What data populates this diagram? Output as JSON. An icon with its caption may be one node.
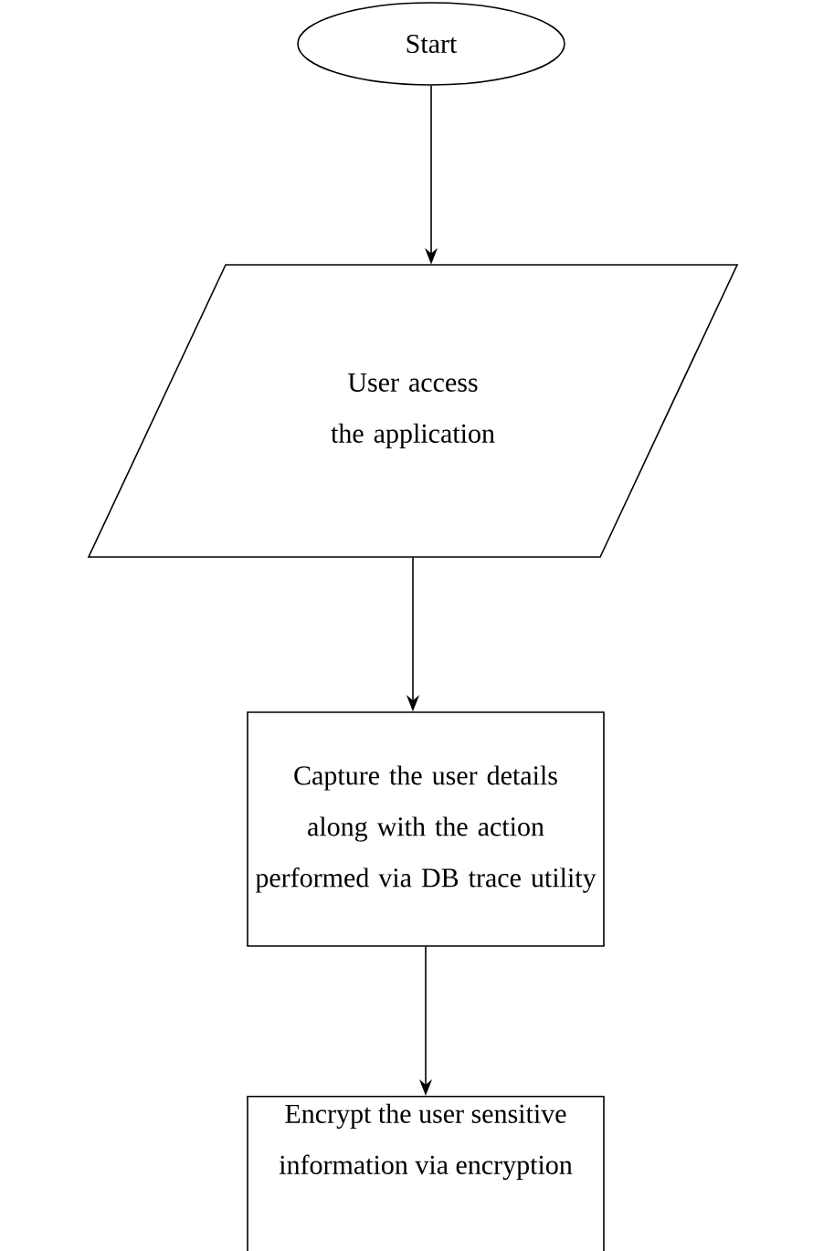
{
  "diagram": {
    "nodes": [
      {
        "text": [
          "Start"
        ]
      },
      {
        "text": [
          "User access the application"
        ]
      },
      {
        "text": [
          "Capture the user details along with the action performed via DB trace utility"
        ]
      },
      {
        "text": [
          "Encrypt the user sensitive information via encryption"
        ]
      }
    ],
    "edges": [
      {
        "from": 0,
        "to": 1,
        "arrow": "to"
      },
      {
        "from": 1,
        "to": 2,
        "arrow": "to"
      },
      {
        "from": 2,
        "to": 3,
        "arrow": "to"
      }
    ]
  }
}
